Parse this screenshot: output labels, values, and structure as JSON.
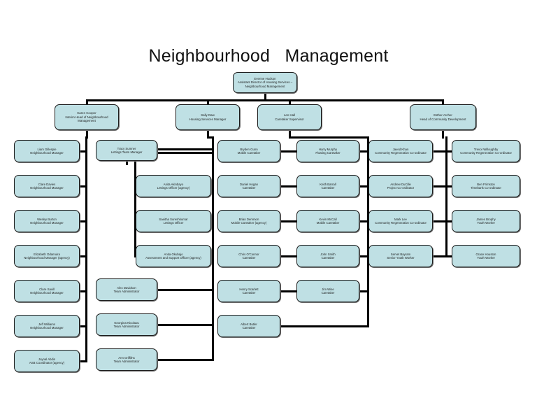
{
  "page": {
    "title": "Neighbourhood   Management",
    "box_fill": "#bfe0e4",
    "box_border": "#1c1c1c",
    "connector_color": "#000000",
    "background": "#ffffff"
  },
  "root": {
    "name": "Evenne Hudson",
    "role": "Assistant Director of Housing Services – Neighbourhood Management"
  },
  "directorates": [
    {
      "name": "Karen Cooper",
      "role": "Interim Head of Neighbourhood Management"
    },
    {
      "name": "Sally Daw",
      "role": "Housing Services Manager"
    },
    {
      "name": "Len Hall",
      "role": "Caretaker Supervisor"
    },
    {
      "name": "Esther Archer",
      "role": "Head of Community Development"
    }
  ],
  "column_neighbourhood": [
    {
      "name": "Liam Gillespie",
      "role": "Neighbourhood Manager"
    },
    {
      "name": "Clare Davies",
      "role": "Neighbourhood Manager"
    },
    {
      "name": "Wesley Burton",
      "role": "Neighbourhood Manager"
    },
    {
      "name": "Elizabeth Odamuira",
      "role": "Neighbourhood Manager (agency)"
    },
    {
      "name": "Clare Savill",
      "role": "Neighbourhood Manager"
    },
    {
      "name": "Jeff Williams",
      "role": "Neighbourhood Manager"
    },
    {
      "name": "Joynal Abdin",
      "role": "ASB Coordinator (agency)"
    }
  ],
  "lettings_manager": {
    "name": "Tracy Sumner",
    "role": "Lettings Team Manager"
  },
  "column_lettings": [
    {
      "name": "Anita Akinbayo",
      "role": "Lettings Officer (agency)"
    },
    {
      "name": "Saeitha Sureshkumar",
      "role": "Lettings Officer"
    },
    {
      "name": "Anita Okubajo",
      "role": "Assessment and Support Officer (agency)"
    }
  ],
  "column_admin": [
    {
      "name": "Alex Davidson",
      "role": "Team Administrator"
    },
    {
      "name": "Georgina Nicolaou",
      "role": "Team Administrator"
    },
    {
      "name": "Ann Griffiths",
      "role": "Team Administrator"
    }
  ],
  "column_caretakers_a": [
    {
      "name": "Bryden Gunn",
      "role": "Mobile Caretaker"
    },
    {
      "name": "Daniel Hogan",
      "role": "Caretaker"
    },
    {
      "name": "Brian Demmon",
      "role": "Mobile Caretaker (agency)"
    },
    {
      "name": "Chris O'Connor",
      "role": "Caretaker"
    },
    {
      "name": "Henry Scarlett",
      "role": "Caretaker"
    },
    {
      "name": "Albert Butler",
      "role": "Caretaker"
    }
  ],
  "column_caretakers_b": [
    {
      "name": "Harry Murphy",
      "role": "Floating Caretaker"
    },
    {
      "name": "Keith Barrall",
      "role": "Caretaker"
    },
    {
      "name": "Kevin McCall",
      "role": "Mobile Caretaker"
    },
    {
      "name": "John Smith",
      "role": "Caretaker"
    },
    {
      "name": "Jim Wise",
      "role": "Caretaker"
    }
  ],
  "column_community_a": [
    {
      "name": "Javed Khan",
      "role": "Community Regeneration Co-ordinator"
    },
    {
      "name": "Andrew DuCille",
      "role": "Project Co-ordinator"
    },
    {
      "name": "Mark Lee",
      "role": "Community Regeneration Co-ordinator"
    },
    {
      "name": "Servet Bayram",
      "role": "Senior Youth Worker"
    }
  ],
  "column_community_b": [
    {
      "name": "Trevor Willoughby",
      "role": "Community Regeneration Co-ordinator"
    },
    {
      "name": "Ben Frimston",
      "role": "Timebank Co-ordinator"
    },
    {
      "name": "James Brophy",
      "role": "Youth Worker"
    },
    {
      "name": "Grace Houston",
      "role": "Youth Worker"
    }
  ]
}
